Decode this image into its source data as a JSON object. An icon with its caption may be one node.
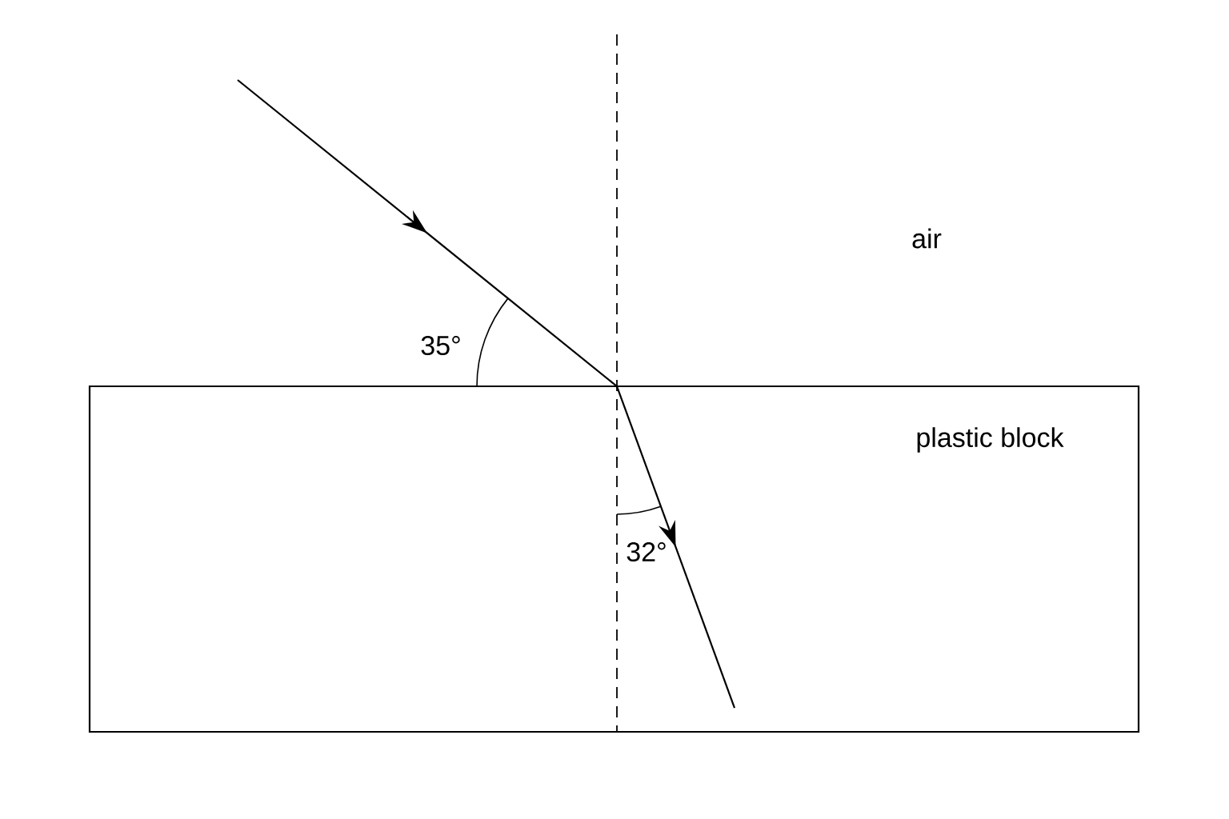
{
  "diagram": {
    "nodes": [
      {
        "text": [
          "plastic block"
        ]
      }
    ],
    "labels": [
      "air",
      "35°",
      "32°"
    ]
  }
}
